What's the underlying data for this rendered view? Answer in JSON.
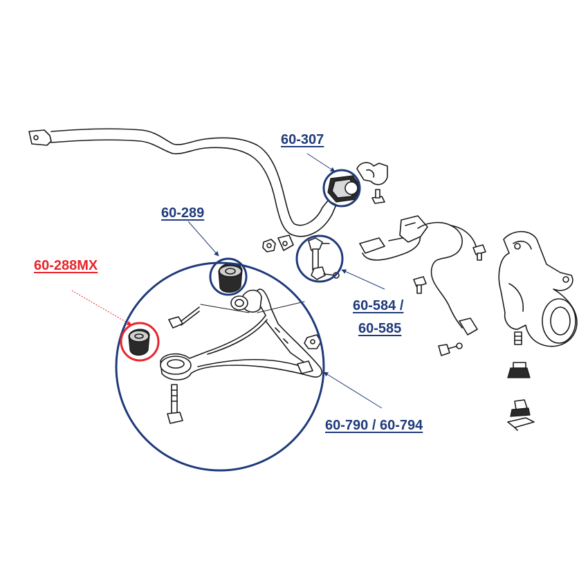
{
  "labels": {
    "lower_arm_bushing": "60-288MX",
    "compliance_bushing": "60-289",
    "sway_bar_bushing": "60-307",
    "sway_bar_link_line1": "60-584 /",
    "sway_bar_link_line2": "60-585",
    "lower_control_arm": "60-790 / 60-794"
  },
  "colors": {
    "accent_blue": "#1f3a7a",
    "highlight_red": "#e8242b",
    "line_art": "#1a1a1a"
  },
  "icons": {
    "arrowheads": "arrowhead-icon"
  }
}
